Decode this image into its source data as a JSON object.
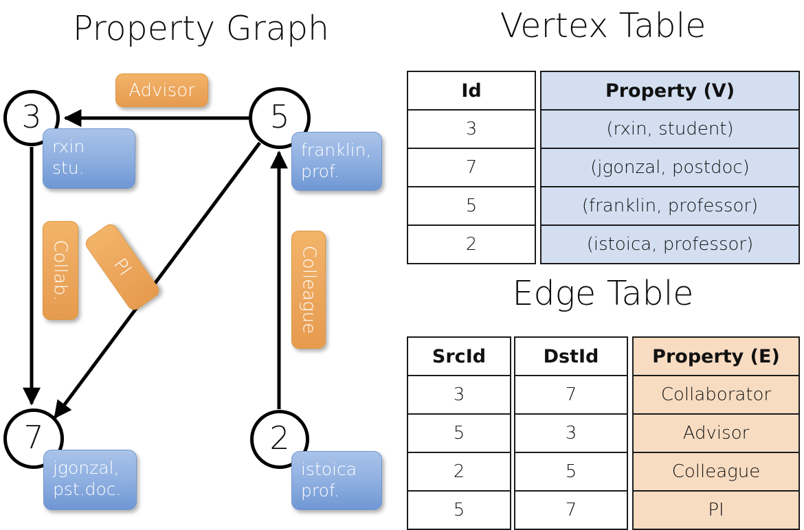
{
  "titles": {
    "graph": "Property Graph",
    "vertex_table": "Vertex Table",
    "edge_table": "Edge Table"
  },
  "graph": {
    "nodes": [
      {
        "id": "3",
        "label_line1": "rxin",
        "label_line2": "stu."
      },
      {
        "id": "5",
        "label_line1": "franklin,",
        "label_line2": "prof."
      },
      {
        "id": "7",
        "label_line1": "jgonzal,",
        "label_line2": "pst.doc."
      },
      {
        "id": "2",
        "label_line1": "istoica",
        "label_line2": "prof."
      }
    ],
    "edge_labels": [
      {
        "text": "Advisor",
        "orientation": "horizontal"
      },
      {
        "text": "Collab.",
        "orientation": "rotated-90"
      },
      {
        "text": "PI",
        "orientation": "rotated-diagonal"
      },
      {
        "text": "Colleague",
        "orientation": "rotated-90"
      }
    ]
  },
  "vertex_table": {
    "headers": [
      "Id",
      "Property (V)"
    ],
    "rows": [
      {
        "id": "3",
        "property": "(rxin, student)"
      },
      {
        "id": "7",
        "property": "(jgonzal, postdoc)"
      },
      {
        "id": "5",
        "property": "(franklin, professor)"
      },
      {
        "id": "2",
        "property": "(istoica, professor)"
      }
    ]
  },
  "edge_table": {
    "headers": [
      "SrcId",
      "DstId",
      "Property (E)"
    ],
    "rows": [
      {
        "src": "3",
        "dst": "7",
        "property": "Collaborator"
      },
      {
        "src": "5",
        "dst": "3",
        "property": "Advisor"
      },
      {
        "src": "2",
        "dst": "5",
        "property": "Colleague"
      },
      {
        "src": "5",
        "dst": "7",
        "property": "PI"
      }
    ]
  },
  "colors": {
    "vertex_box": "#8fb1e0",
    "edge_box": "#eda960",
    "vertex_table_cell": "#d3dff1",
    "edge_table_cell": "#f7dcc2",
    "stroke": "#000000",
    "background": "#ffffff"
  }
}
